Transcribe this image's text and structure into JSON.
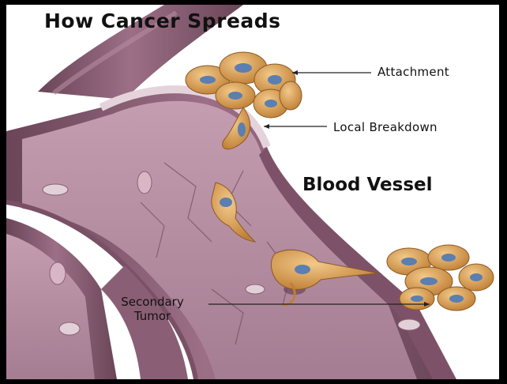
{
  "title": "How Cancer Spreads",
  "labels": {
    "attachment": "Attachment",
    "local_breakdown": "Local Breakdown",
    "blood_vessel": "Blood Vessel",
    "secondary_tumor_line1": "Secondary",
    "secondary_tumor_line2": "Tumor"
  },
  "colors": {
    "vessel": "#9c6f86",
    "vessel_dark": "#6a4558",
    "vessel_lumen": "#b88fa3",
    "vessel_wall": "#d8c2cf",
    "cell": "#d79a4e",
    "cell_edge": "#8a5a25",
    "nucleus": "#5a7fb0"
  }
}
